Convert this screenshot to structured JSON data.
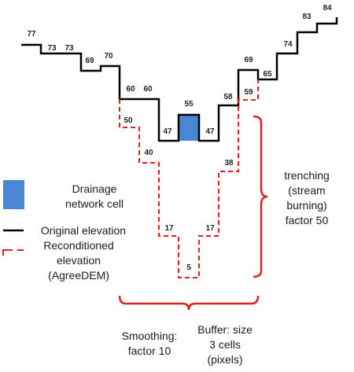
{
  "colors": {
    "original": "#000000",
    "reconditioned": "#e02020",
    "drainage_cell": "#4a86d4",
    "bracket": "#e02020"
  },
  "original_labels": [
    "77",
    "73",
    "73",
    "69",
    "70",
    "60",
    "60",
    "47",
    "55",
    "47",
    "58",
    "69",
    "65",
    "74",
    "83",
    "84"
  ],
  "reconditioned_labels": [
    "50",
    "40",
    "17",
    "5",
    "17",
    "38",
    "59"
  ],
  "legend": {
    "drainage": [
      "Drainage",
      "network cell"
    ],
    "original": [
      "Original elevation"
    ],
    "reconditioned": [
      "Reconditioned",
      "elevation",
      "(AgreeDEM)"
    ]
  },
  "annotations": {
    "trenching": [
      "trenching",
      "(stream",
      "burning)",
      "factor 50"
    ],
    "smoothing": [
      "Smoothing:",
      "factor 10"
    ],
    "buffer": [
      "Buffer: size",
      "3 cells",
      "(pixels)"
    ]
  }
}
